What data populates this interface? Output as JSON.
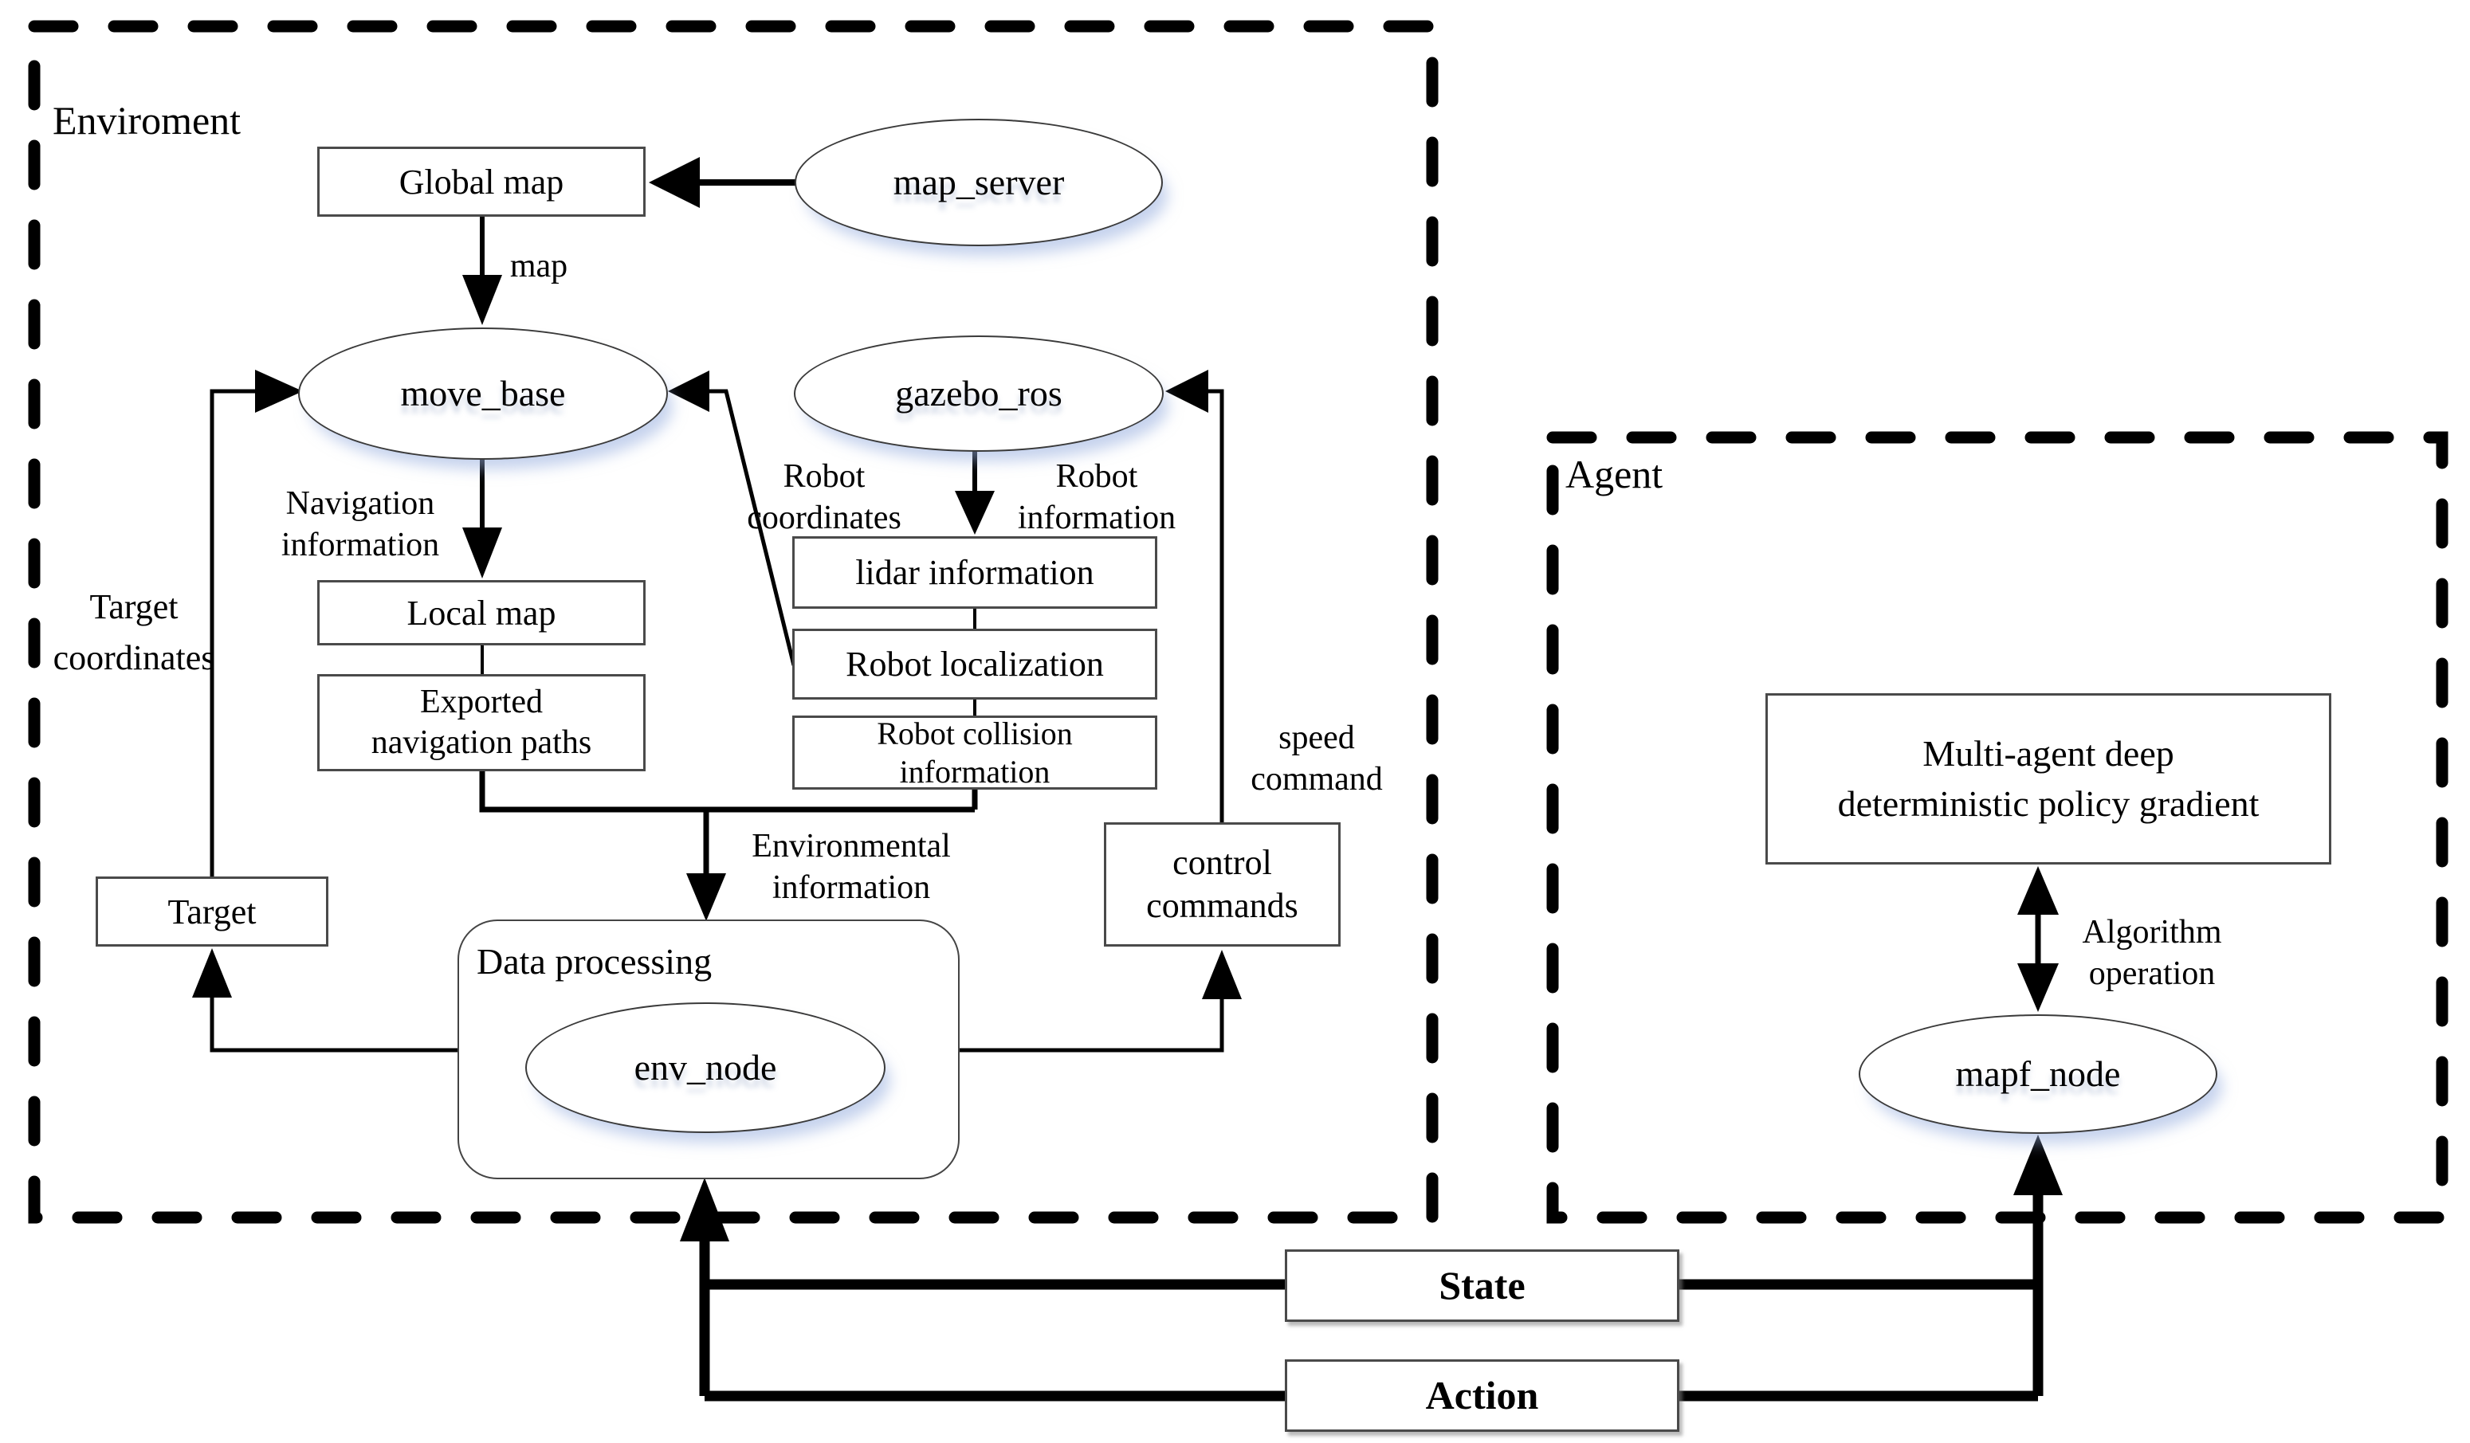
{
  "containers": {
    "environment": {
      "label": "Enviroment"
    },
    "agent": {
      "label": "Agent"
    }
  },
  "nodes": {
    "global_map": {
      "label": "Global map",
      "type": "box"
    },
    "map_server": {
      "label": "map_server",
      "type": "ellipse"
    },
    "move_base": {
      "label": "move_base",
      "type": "ellipse"
    },
    "gazebo_ros": {
      "label": "gazebo_ros",
      "type": "ellipse"
    },
    "local_map": {
      "label": "Local map",
      "type": "box"
    },
    "exported_navigation_paths": {
      "label": "Exported\nnavigation paths",
      "type": "box"
    },
    "lidar_information": {
      "label": "lidar information",
      "type": "box"
    },
    "robot_localization": {
      "label": "Robot localization",
      "type": "box"
    },
    "robot_collision_information": {
      "label": "Robot collision\ninformation",
      "type": "box"
    },
    "target": {
      "label": "Target",
      "type": "box"
    },
    "data_processing": {
      "label": "Data processing",
      "type": "rounded-group"
    },
    "env_node": {
      "label": "env_node",
      "type": "ellipse"
    },
    "control_commands": {
      "label": "control\ncommands",
      "type": "box"
    },
    "maddpg": {
      "label": "Multi-agent deep\ndeterministic policy gradient",
      "type": "box"
    },
    "mapf_node": {
      "label": "mapf_node",
      "type": "ellipse"
    },
    "state": {
      "label": "State",
      "type": "box"
    },
    "action": {
      "label": "Action",
      "type": "box"
    }
  },
  "edge_labels": {
    "map": "map",
    "navigation_information": "Navigation\ninformation",
    "target_coordinates": "Target\ncoordinates",
    "robot_coordinates": "Robot\ncoordinates",
    "robot_information": "Robot\ninformation",
    "environmental_information": "Environmental\ninformation",
    "speed_command": "speed\ncommand",
    "algorithm_operation": "Algorithm\noperation"
  },
  "colors": {
    "line": "#000000",
    "box_border": "#4a4a4a",
    "background": "#ffffff",
    "ellipse_shadow": "#b7c7e6"
  }
}
